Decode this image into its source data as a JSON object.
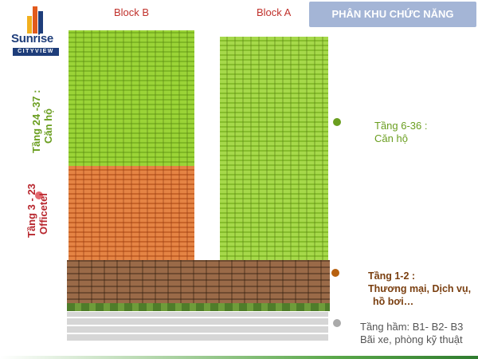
{
  "logo": {
    "brand": "Sunrise",
    "sub": "CITYVIEW"
  },
  "blocks": {
    "block_b": "Block B",
    "block_a": "Block A"
  },
  "title": "PHÂN KHU CHỨC NĂNG",
  "zones": {
    "b_apartment": {
      "line1": "Tầng 24 -37 :",
      "line2": "Căn hộ",
      "color": "#6a9e1f"
    },
    "b_officetel": {
      "line1": "Tầng 3 - 23",
      "line2": "Officetel",
      "color": "#b8272e"
    },
    "a_apartment": {
      "line1": "Tầng 6-36 :",
      "line2": "Căn hộ",
      "color": "#6a9e1f"
    },
    "podium": {
      "line1": "Tầng 1-2 :",
      "line2": "Thương mại, Dịch vụ,",
      "line3": "hồ bơi…",
      "color": "#7a3f10"
    },
    "basement": {
      "line1": "Tầng hầm: B1- B2- B3",
      "line2": "Bãi xe, phòng kỹ thuật",
      "color": "#555555"
    }
  },
  "colors": {
    "green_overlay": "#8fd02a",
    "orange_overlay": "#e27a3a",
    "podium": "#8a5a3a",
    "dot_green": "#6a9e1f",
    "dot_red": "#e46a70",
    "dot_brown": "#b8610f",
    "dot_gray": "#aaaaaa"
  }
}
